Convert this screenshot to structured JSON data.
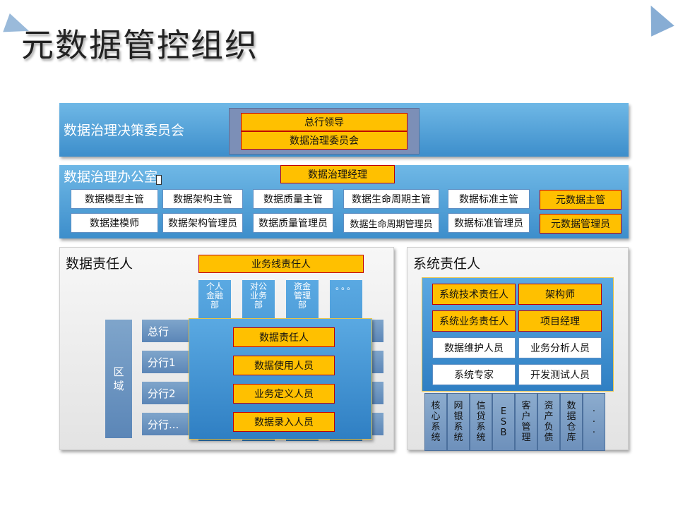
{
  "title": "元数据管控组织",
  "committee": {
    "label": "数据治理决策委员会",
    "boxes": [
      "总行领导",
      "数据治理委员会"
    ]
  },
  "office": {
    "label": "数据治理办公室",
    "manager": "数据治理经理",
    "row1": [
      "数据模型主管",
      "数据架构主管",
      "数据质量主管",
      "数据生命周期主管",
      "数据标准主管",
      "元数据主管"
    ],
    "row2": [
      "数据建模师",
      "数据架构管理员",
      "数据质量管理员",
      "数据生命周期管理员",
      "数据标准管理员",
      "元数据管理员"
    ]
  },
  "data_owner": {
    "title": "数据责任人",
    "business_line": "业务线责任人",
    "departments": [
      "个人\n金融\n部",
      "对公\n业务\n部",
      "资金\n管理\n部",
      "。。。"
    ],
    "region": "区\n域",
    "rows": [
      "总行",
      "分行1",
      "分行2",
      "分行..."
    ],
    "roles": [
      "数据责任人",
      "数据使用人员",
      "业务定义人员",
      "数据录入人员"
    ]
  },
  "system_owner": {
    "title": "系统责任人",
    "roles_left": [
      "系统技术责任人",
      "系统业务责任人",
      "数据维护人员",
      "系统专家"
    ],
    "roles_right": [
      "架构师",
      "项目经理",
      "业务分析人员",
      "开发测试人员"
    ],
    "systems": [
      "核\n心\n系\n统",
      "网\n银\n系\n统",
      "信\n贷\n系\n统",
      "E\nS\nB",
      "客\n户\n管\n理",
      "资\n产\n负\n债",
      "数\n据\n仓\n库",
      "·\n·\n·"
    ]
  },
  "colors": {
    "band_blue": "#3d8ecb",
    "orange": "#ffc000",
    "orange_border": "#c00000",
    "white_box_border": "#5f8fc3"
  }
}
